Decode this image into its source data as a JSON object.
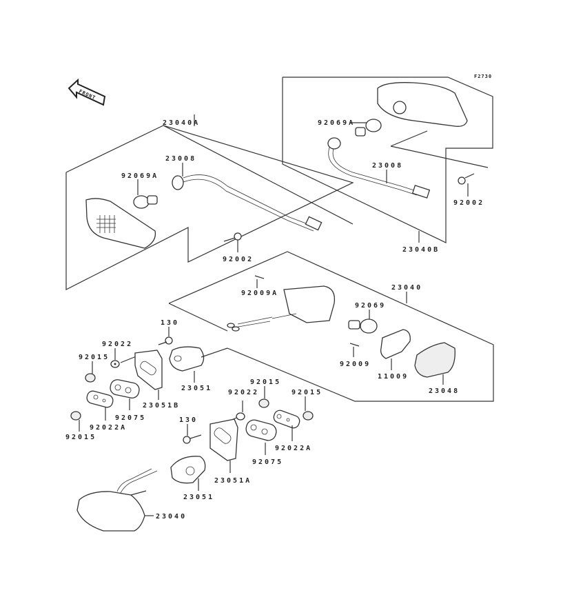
{
  "diagram": {
    "figure_code": "F2730",
    "front_arrow_label": "FRONT",
    "labels": {
      "p23040A": "23040A",
      "p23008_left": "23008",
      "p92069A_left": "92069A",
      "p92002_left": "92002",
      "p92069A_right": "92069A",
      "p23008_right": "23008",
      "p92002_right": "92002",
      "p23040B": "23040B",
      "p92009A": "92009A",
      "p23040_right": "23040",
      "p92069": "92069",
      "p92009": "92009",
      "p11009": "11009",
      "p23048": "23048",
      "p130_top": "130",
      "p92022_top": "92022",
      "p92015_topleft": "92015",
      "p23051_top": "23051",
      "p23051B": "23051B",
      "p92075_left": "92075",
      "p92022A_left": "92022A",
      "p92015_bottomleft": "92015",
      "p92015_mid": "92015",
      "p92022_mid": "92022",
      "p92015_right": "92015",
      "p130_bottom": "130",
      "p92075_right": "92075",
      "p92022A_right": "92022A",
      "p23051A": "23051A",
      "p23051_bottom": "23051",
      "p23040_bottom": "23040"
    }
  }
}
